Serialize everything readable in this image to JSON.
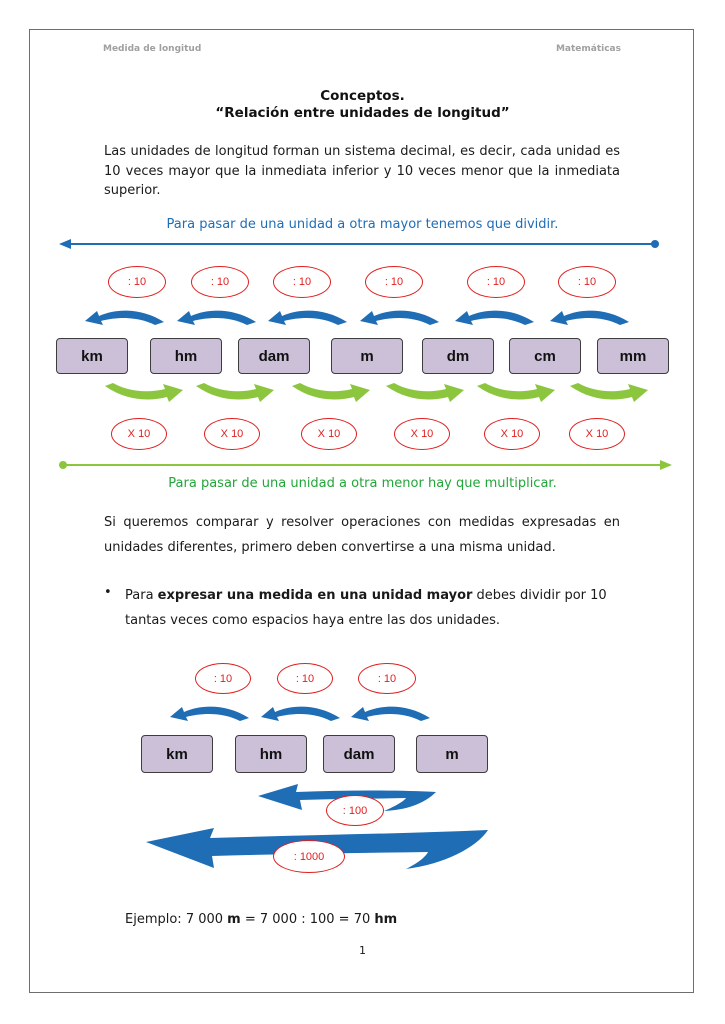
{
  "header": {
    "left": "Medida de longitud",
    "right": "Matemáticas"
  },
  "title": {
    "line1": "Conceptos.",
    "line2": "“Relación entre unidades de longitud”"
  },
  "intro": "Las unidades de longitud forman un sistema decimal, es decir, cada unidad es 10 veces mayor que la inmediata inferior y 10 veces menor que la inmediata superior.",
  "diagram1": {
    "top_note": "Para pasar de una unidad a otra mayor tenemos que dividir.",
    "bottom_note": "Para pasar de una unidad a otra menor hay que multiplicar.",
    "units": [
      "km",
      "hm",
      "dam",
      "m",
      "dm",
      "cm",
      "mm"
    ],
    "divide_labels": [
      ": 10",
      ": 10",
      ": 10",
      ": 10",
      ": 10",
      ": 10"
    ],
    "multiply_labels": [
      "X 10",
      "X 10",
      "X 10",
      "X 10",
      "X 10",
      "X 10"
    ],
    "colors": {
      "divide_arrow": "#1f6db5",
      "multiply_arrow": "#8cc63f",
      "oval": "#e02020",
      "unit_fill": "#ccc0d9"
    }
  },
  "compare_text": "Si queremos comparar y resolver operaciones con medidas expresadas en unidades diferentes, primero deben convertirse a una misma unidad.",
  "bullet": {
    "before": "Para ",
    "bold": "expresar una medida en una unidad mayor",
    "after": " debes dividir por 10 tantas veces como espacios haya entre las dos unidades."
  },
  "diagram2": {
    "units": [
      "km",
      "hm",
      "dam",
      "m"
    ],
    "divide_labels": [
      ": 10",
      ": 10",
      ": 10"
    ],
    "span_labels": [
      ": 100",
      ": 1000"
    ]
  },
  "example": {
    "prefix": "Ejemplo: 7 000 ",
    "unit1": "m",
    "middle": " = 7 000 : 100 = 70 ",
    "unit2": "hm"
  },
  "page_number": "1"
}
